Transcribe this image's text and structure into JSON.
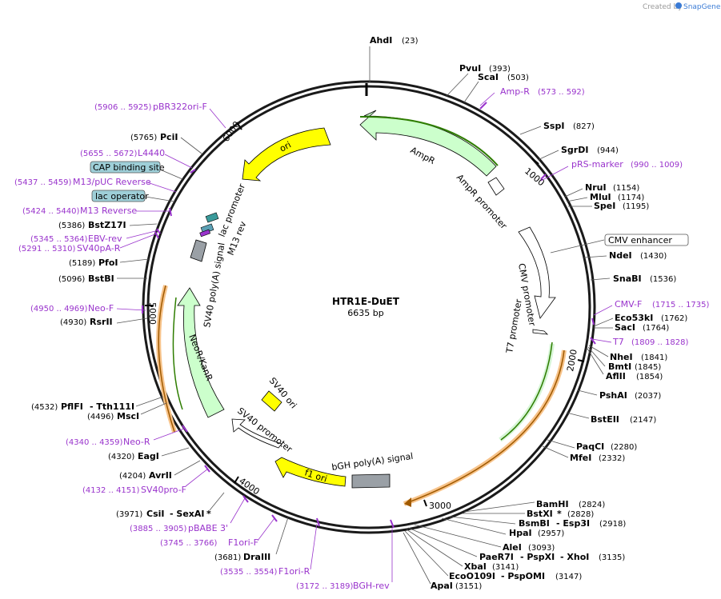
{
  "header": {
    "created_by": "Created by",
    "app_name": "SnapGene"
  },
  "plasmid": {
    "name": "HTR1E-DuET",
    "size_label": "6635 bp"
  },
  "ticks": [
    "1000",
    "2000",
    "3000",
    "4000",
    "5000",
    "6000"
  ],
  "features": {
    "ori": "ori",
    "ampr": "AmpR",
    "ampr_promoter": "AmpR promoter",
    "cmv_promoter": "CMV promoter",
    "t7_promoter": "T7 promoter",
    "bgh": "bGH poly(A) signal",
    "f1ori": "f1 ori",
    "sv40_promoter": "SV40 promoter",
    "sv40_ori": "SV40 ori",
    "neor": "NeoR/KanR",
    "sv40_polya": "SV40 poly(A) signal",
    "m13rev": "M13 rev",
    "lac_promoter": "lac promoter"
  },
  "labels": {
    "AhdI": "AhdI",
    "AhdI_pos": "(23)",
    "PvuI": "PvuI",
    "PvuI_pos": "(393)",
    "ScaI": "ScaI",
    "ScaI_pos": "(503)",
    "AmpR_primer": "Amp-R",
    "AmpR_primer_pos": "(573 .. 592)",
    "SspI": "SspI",
    "SspI_pos": "(827)",
    "SgrDI": "SgrDI",
    "SgrDI_pos": "(944)",
    "pRS": "pRS-marker",
    "pRS_pos": "(990 .. 1009)",
    "NruI": "NruI",
    "NruI_pos": "(1154)",
    "MluI": "MluI",
    "MluI_pos": "(1174)",
    "SpeI": "SpeI",
    "SpeI_pos": "(1195)",
    "CMV_enh": "CMV enhancer",
    "NdeI": "NdeI",
    "NdeI_pos": "(1430)",
    "SnaBI": "SnaBI",
    "SnaBI_pos": "(1536)",
    "CMVF": "CMV-F",
    "CMVF_pos": "(1715 .. 1735)",
    "Eco53kI": "Eco53kI",
    "Eco53kI_pos": "(1762)",
    "SacI": "SacI",
    "SacI_pos": "(1764)",
    "T7": "T7",
    "T7_pos": "(1809 .. 1828)",
    "NheI": "NheI",
    "NheI_pos": "(1841)",
    "BmtI": "BmtI",
    "BmtI_pos": "(1845)",
    "AflII": "AflII",
    "AflII_pos": "(1854)",
    "PshAI": "PshAI",
    "PshAI_pos": "(2037)",
    "BstEII": "BstEII",
    "BstEII_pos": "(2147)",
    "PaqCI": "PaqCI",
    "PaqCI_pos": "(2280)",
    "MfeI": "MfeI",
    "MfeI_pos": "(2332)",
    "BamHI": "BamHI",
    "BamHI_pos": "(2824)",
    "BstXI": "BstXI",
    "BstXI_star": "*",
    "BstXI_pos": "(2828)",
    "BsmBI": "BsmBI",
    "Esp3I": "- Esp3I",
    "BsmBI_pos": "(2918)",
    "HpaI": "HpaI",
    "HpaI_pos": "(2957)",
    "AleI": "AleI",
    "AleI_pos": "(3093)",
    "PaeR7I": "PaeR7I",
    "PspXI": "- PspXI",
    "XhoI": "- XhoI",
    "PaeR7I_pos": "(3135)",
    "XbaI": "XbaI",
    "XbaI_pos": "(3141)",
    "EcoO109I": "EcoO109I",
    "PspOMI": "- PspOMI",
    "EcoO109I_pos": "(3147)",
    "ApaI": "ApaI",
    "ApaI_pos": "(3151)",
    "BGHrev": "BGH-rev",
    "BGHrev_pos": "(3172 .. 3189)",
    "F1oriR": "F1ori-R",
    "F1oriR_pos": "(3535 .. 3554)",
    "DraIII": "DraIII",
    "DraIII_pos": "(3681)",
    "F1oriF": "F1ori-F",
    "F1oriF_pos": "(3745 .. 3766)",
    "pBABE3": "pBABE 3'",
    "pBABE3_pos": "(3885 .. 3905)",
    "CsiI": "CsiI",
    "SexAI": "- SexAI",
    "CsiI_star": "*",
    "CsiI_pos": "(3971)",
    "SV40proF": "SV40pro-F",
    "SV40proF_pos": "(4132 .. 4151)",
    "AvrII": "AvrII",
    "AvrII_pos": "(4204)",
    "EagI": "EagI",
    "EagI_pos": "(4320)",
    "NeoR_primer": "Neo-R",
    "NeoR_primer_pos": "(4340 .. 4359)",
    "MscI": "MscI",
    "MscI_pos": "(4496)",
    "PflFI": "PflFI",
    "Tth111I": "- Tth111I",
    "PflFI_pos": "(4532)",
    "RsrII": "RsrII",
    "RsrII_pos": "(4930)",
    "NeoF": "Neo-F",
    "NeoF_pos": "(4950 .. 4969)",
    "BstBI": "BstBI",
    "BstBI_pos": "(5096)",
    "PfoI": "PfoI",
    "PfoI_pos": "(5189)",
    "SV40pAR": "SV40pA-R",
    "SV40pAR_pos": "(5291 .. 5310)",
    "EBVrev": "EBV-rev",
    "EBVrev_pos": "(5345 .. 5364)",
    "BstZ17I": "BstZ17I",
    "BstZ17I_pos": "(5386)",
    "M13Rev": "M13 Reverse",
    "M13Rev_pos": "(5424 .. 5440)",
    "lacop": "lac operator",
    "M13pUC": "M13/pUC Reverse",
    "M13pUC_pos": "(5437 .. 5459)",
    "CAP": "CAP binding site",
    "L4440": "L4440",
    "L4440_pos": "(5655 .. 5672)",
    "PciI": "PciI",
    "PciI_pos": "(5765)",
    "pBR322": "pBR322ori-F",
    "pBR322_pos": "(5906 .. 5925)"
  },
  "colors": {
    "backbone": "#1a1a1a",
    "ori": "#ffff00",
    "marker": "#ccffcc",
    "promoter": "#ffffff",
    "polya": "#9aa0a6",
    "primer": "#9933cc",
    "orf_glow": "#f7c38a",
    "box_fill": "#9ecfd8"
  }
}
